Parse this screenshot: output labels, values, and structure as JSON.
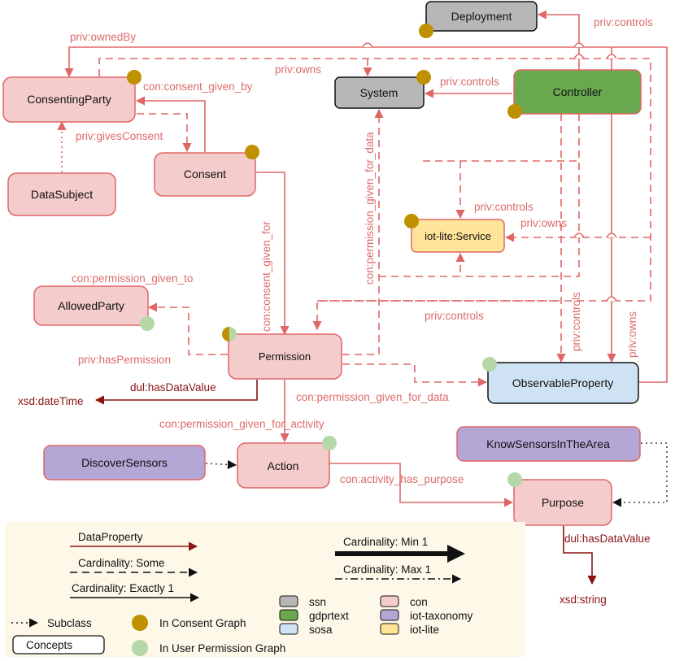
{
  "nodes": {
    "deployment": "Deployment",
    "system": "System",
    "controller": "Controller",
    "consenting_party": "ConsentingParty",
    "consent": "Consent",
    "data_subject": "DataSubject",
    "iot_service": "iot-lite:Service",
    "allowed_party": "AllowedParty",
    "permission": "Permission",
    "observable_property": "ObservableProperty",
    "discover_sensors": "DiscoverSensors",
    "action": "Action",
    "know_sensors": "KnowSensorsInTheArea",
    "purpose": "Purpose",
    "xsd_datetime": "xsd:dateTime",
    "xsd_string": "xsd:string"
  },
  "edges": {
    "priv_owned_by": "priv:ownedBy",
    "priv_controls_top": "priv:controls",
    "priv_owns_top": "priv:owns",
    "priv_controls_system": "priv:controls",
    "con_consent_given_by": "con:consent_given_by",
    "priv_gives_consent": "priv:givesConsent",
    "con_consent_given_for": "con:consent_given_for",
    "con_permission_given_for_data_v": "con:permission_given_for_data",
    "priv_controls_service": "priv:controls",
    "priv_owns_service": "priv:owns",
    "con_permission_given_to": "con:permission_given_to",
    "priv_controls_mid": "priv:controls",
    "priv_controls_v": "priv:controls",
    "priv_owns_v": "priv:owns",
    "priv_has_permission": "priv:hasPermission",
    "dul_has_data_value_1": "dul:hasDataValue",
    "con_permission_given_for_data_h": "con:permission_given_for_data",
    "con_permission_given_for_activity": "con:permission_given_for_activity",
    "con_activity_has_purpose": "con:activity_has_purpose",
    "dul_has_data_value_2": "dul:hasDataValue"
  },
  "legend": {
    "data_property": "DataProperty",
    "cardinality_some": "Cardinality: Some",
    "cardinality_exactly_1": "Cardinality: Exactly 1",
    "cardinality_min_1": "Cardinality: Min 1",
    "cardinality_max_1": "Cardinality: Max 1",
    "subclass": "Subclass",
    "concepts": "Concepts",
    "in_consent_graph": "In Consent Graph",
    "in_user_permission_graph": "In User Permission Graph",
    "ssn": "ssn",
    "gdprtext": "gdprtext",
    "sosa": "sosa",
    "con": "con",
    "iot_taxonomy": "iot-taxonomy",
    "iot_lite": "iot-lite"
  },
  "colors": {
    "edge": "#e06666",
    "data_property": "#8a1414",
    "ssn": "#b7b7b7",
    "gdprtext": "#6aa84f",
    "sosa": "#cfe2f3",
    "con": "#f4cccc",
    "iot_taxonomy": "#b4a7d6",
    "iot_lite": "#ffe599",
    "consent_graph_marker": "#bf9000",
    "permission_graph_marker": "#b6d7a8",
    "legend_background": "#fef8e8"
  }
}
